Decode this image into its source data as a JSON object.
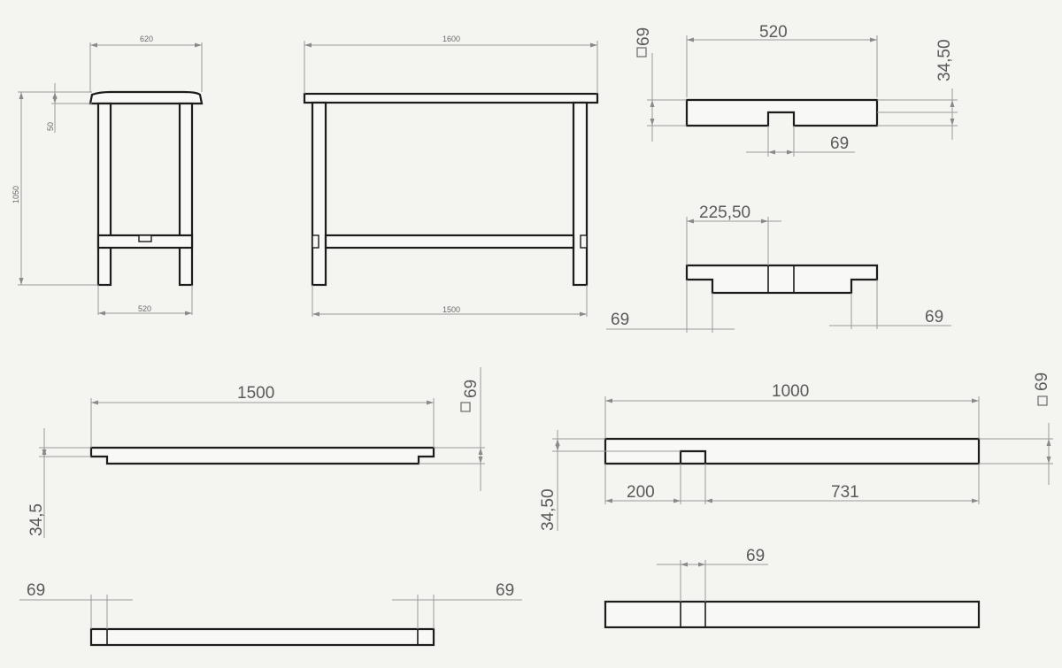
{
  "views": {
    "side_view": {
      "width_top": "620",
      "width_bottom": "520",
      "thickness": "50",
      "height": "1050"
    },
    "front_view": {
      "length_top": "1600",
      "length_bottom": "1500"
    },
    "crossbar_top_section": {
      "length": "520",
      "depth": "34,50",
      "square": "69",
      "notch": "69"
    },
    "crossbar_middle_section": {
      "offset": "225,50",
      "left_step": "69",
      "right_step": "69"
    },
    "long_rail": {
      "length": "1500",
      "square": "69",
      "depth": "34,5"
    },
    "long_rail_bottom": {
      "left_end": "69",
      "right_end": "69"
    },
    "stretcher": {
      "length": "1000",
      "square": "69",
      "left_offset": "200",
      "right_length": "731",
      "depth": "34,50"
    },
    "stretcher_bottom": {
      "notch": "69"
    }
  }
}
